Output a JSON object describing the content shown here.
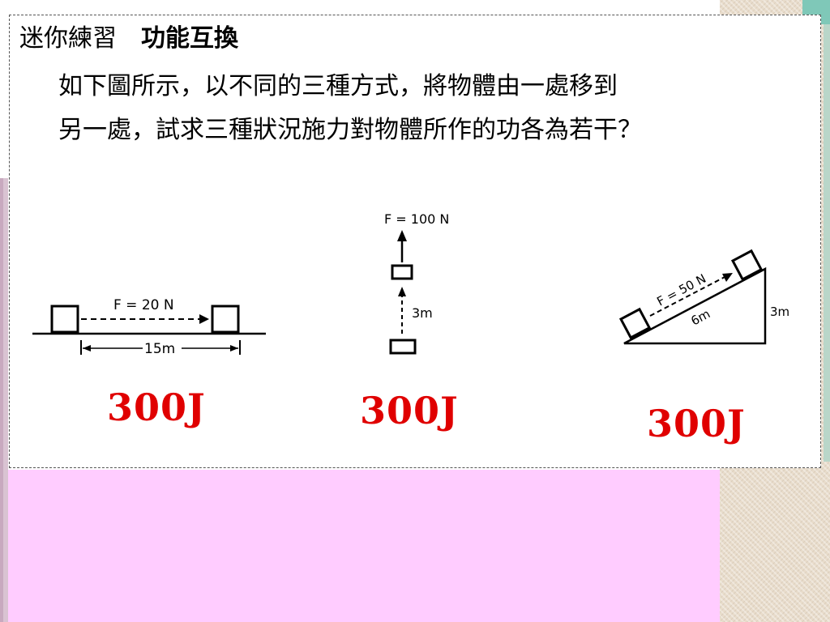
{
  "slide": {
    "heading": "迷你練習",
    "subheading": "功能互換",
    "question_line1": "如下圖所示，以不同的三種方式，將物體由一處移到",
    "question_line2": "另一處，試求三種狀況施力對物體所作的功各為若干？"
  },
  "diagrams": {
    "horizontal": {
      "force": "F = 20 N",
      "distance": "15m"
    },
    "vertical": {
      "force": "F = 100 N",
      "distance": "3m"
    },
    "incline": {
      "force": "F = 50 N",
      "length": "6m",
      "height": "3m"
    }
  },
  "answers": [
    "300J",
    "300J",
    "300J"
  ],
  "colors": {
    "answer": "#e00000",
    "pink_bg": "#ffccff"
  }
}
